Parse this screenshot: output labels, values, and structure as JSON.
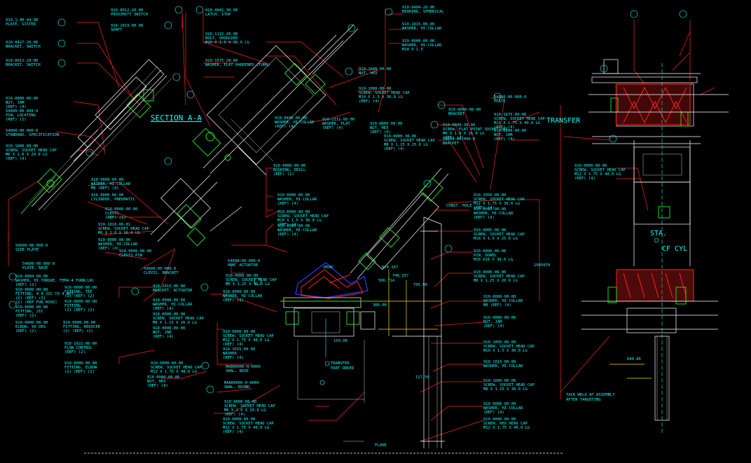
{
  "drawing": {
    "section_title": "SECTION A-A",
    "transfer_label": "TRANSFER",
    "sta_label": "STA.",
    "cyl_label": "CF CYL",
    "transfer_part_label": "TRANSFER\nPART ORDER",
    "floor_label": "FLOOR",
    "tack_weld_note": "TACK WELD AT ASSEMBLY\nAFTER TARGETING",
    "const_hole_label": "CONST. HOLE",
    "rear_label": "REAR",
    "dims": {
      "d1": "1905070",
      "d2": "644.80",
      "d3": "117.50",
      "d4": "300.00",
      "d5": "159.08",
      "d6": "874.157",
      "d7": "748.157",
      "d8": "795.00",
      "d9": "506.714"
    },
    "callouts": [
      {
        "text": "910-1-40-44-00\nPLATE, SISTER"
      },
      {
        "text": "910-0427-20-00\nBRACKET, SWITCH"
      },
      {
        "text": "910-0012-28-00\nBRACKET, SWITCH"
      },
      {
        "text": "910-0012-20-00\nPROXIMITY SWITCH"
      },
      {
        "text": "910-1019-00-00\nSHAFT"
      },
      {
        "text": "910-4041-30-00\nLATCH, STOP"
      },
      {
        "text": "910-1115-20-00\nBOLT, SHOULDER\nM16 X 1.5 X 30.0 LG"
      },
      {
        "text": "910-1575-20-00\nWASHER, FLAT HARDENED (FURN)"
      },
      {
        "text": "910-0404-20-00\nBEARING, SPHERICAL"
      },
      {
        "text": "910-1015-00-00\nWASHER, HI-COLLAR"
      },
      {
        "text": "910-0000-00-00\nWASHER, HI-COLLAR\nM10 X 1.5"
      },
      {
        "text": "910-1040-00-00\nNUT, HEX"
      },
      {
        "text": "910-1000-00-00\nSCREW, SOCKET HEAD CAP\nM10 X 1.5 X 30.0 LG\n(REF) (4)"
      },
      {
        "text": "910-1111-00-00\nWASHER, FLAT\n(REF) (4)"
      },
      {
        "text": "910-0000-00-00\nNUT, HEX\n(REF) (4)"
      },
      {
        "text": "910-0000-30-00\nSCREW, SOCKET HEAD CAP\nM8 X 1.25 X 25.0 LG\n(REF) (4)"
      },
      {
        "text": "910-0400-00-00\nWASHER, HI-COLLAR\n(REF) (4)"
      },
      {
        "text": "910-0000-00-00\nBUSHING, DRILL\n(REF) (1)"
      },
      {
        "text": "910-0000-00-00\nBRACKET"
      },
      {
        "text": "910-0000-30-00\nSCREW, FLAT POINT SOCKET SET\nM6 X 1.0 X 16.0 LG\n(REF) (2)"
      },
      {
        "text": "54600-00-000-0\nBRACKET"
      },
      {
        "text": "54600-00-000-0\nPLATE"
      },
      {
        "text": "910-1675-00-00\nSCREW, SOCKET HEAD CAP\nM12 X 1.75 X 40.0 LG\n(REF) (4)"
      },
      {
        "text": "910-0000-00-00\nNUT, JAM\n(REF) (4)"
      },
      {
        "text": "910-1050-00-00\nSCREW, SOCKET HEAD CAP\nM12 X 1.75 X 30.0 LG\n(REF) (4)"
      },
      {
        "text": "910-0000-00-00\nWASHER, HI-COLLAR\n(REF) (4)"
      },
      {
        "text": "910-0005-00-00\nSCREW, SOCKET HEAD CAP\nM10 X 1.5 X 25.0 LG"
      },
      {
        "text": "910-0000-00-00\nPIN, DOWEL\nM10 DIA X 30.0 LG"
      },
      {
        "text": "910-0000-00-00\nSCREW, SOCKET HEAD CAP\nM8 X 1.25 X 20.0 LG"
      },
      {
        "text": "910-0000-00-00\nWASHER, HI-COLLAR\nM8 (REF) (4)"
      },
      {
        "text": "910-0000-00-00\nNUT, JAM\n(REF) (4)"
      },
      {
        "text": "910-1050-00-00\nSCREW, SOCKET HEAD CAP\nM10 X 1.5 X 30.0 LG"
      },
      {
        "text": "910-1015-00-00\nWASHER, HI-COLLAR"
      },
      {
        "text": "910-1000-00-00\nSCREW, SOCKET HEAD CAP\nM8 X 1.25 X 30.0 LG"
      },
      {
        "text": "910-0000-00-00\nWASHER, HI-COLLAR\n(REF) (4)"
      },
      {
        "text": "910-0000-00-00\nSCREW, HEX HEAD CAP\nM12 X 1.75 X 40.0 LG"
      },
      {
        "text": "910-0000-00-00\nNUT, JAM\n(REF) (4)"
      },
      {
        "text": "54600-00-000-0\nPIN, LOCATING\n(REF) (1)"
      },
      {
        "text": "54600-00-000-0\nSTANDARD, SPECIFICATION"
      },
      {
        "text": "910-1000-00-00\nSCREW, SOCKET HEAD CAP\nM6 X 1.0 X 20.0 LG\n(REF) (4)"
      },
      {
        "text": "910-0000-00-00\nWASHER, HI-COLLAR\nM6 (REF) (4)"
      },
      {
        "text": "910-0000-00-00\nCYLINDER, PNEUMATIC"
      },
      {
        "text": "910-0000-00-00\nCLEVIS\n(REF) (1)"
      },
      {
        "text": "910-1010-00-01\nSCREW, SOCKET HEAD CAP\nM6 X 1.0 X 16.0 LG"
      },
      {
        "text": "910-0000-00-00\nWASHER, HI-COLLAR\n(REF) (4)"
      },
      {
        "text": "910-0000-00-00\nCLEVIS PIN"
      },
      {
        "text": "54600-00-000-0\nCLEVIS, BRACKET"
      },
      {
        "text": "54600-00-000-0\nSIDE PLATE"
      },
      {
        "text": "54600-00-000-0\nPLATE, BASE"
      },
      {
        "text": "910-0004-00-00\nWASHER, HI-TORQUE, FEM4-4 FURN(LN)\n(REF) (2)"
      },
      {
        "text": "910-0000-00-00\nFITTING, 4-4 JIC TO 4 NPT\n(2) (REF) (2)\n(2) (REF FOR HOSE)"
      },
      {
        "text": "910-0000-00-00\nFITTING, JIC\n(REF) (2)"
      },
      {
        "text": "910-0000-00-00\nELBOW, 90 DEG\n(REF) (2)"
      },
      {
        "text": "910-0000-00-00\nFITTING, TEE\n(2) (REF) (2)"
      },
      {
        "text": "910-0000-00-00\nFITTING\n(2) (REF) (2)"
      },
      {
        "text": "910-0000-00-00\nFITTING, REDUCER\n(2) (REF) (2)"
      },
      {
        "text": "910-1021-00-00\nFLOW CONTROL\n(REF) (2)"
      },
      {
        "text": "910-0000-00-00\nFITTING, ELBOW\n(2) (REF) (2)"
      },
      {
        "text": "910-1015-00-00\nBRACKET, ACTUATOR"
      },
      {
        "text": "910-0000-00-00\nWASHER, HI-COLLAR\n(REF) (4)"
      },
      {
        "text": "910-0000-00-00\nSCREW, SOCKET HEAD CAP\nM8 X 1.25 X 20.0 LG"
      },
      {
        "text": "910-0000-00-00\nNUT, JAM\n(REF) (4)"
      },
      {
        "text": "910-0000-00-00\nSCREW, SOCKET HEAD CAP\nM12 X 1.75 X 40.0 LG"
      },
      {
        "text": "910-0000-00-00\nNUT, HEX\n(REF) (4)"
      },
      {
        "text": "54600-00-000-0\nARM, ACTUATOR"
      },
      {
        "text": "910-0000-00-00\nSCREW, SOCKET HEAD CAP\nM8 X 1.25 X 30.0 LG"
      },
      {
        "text": "910-0000-00-00\nWASHER, HI-COLLAR\n(REF) (4)"
      },
      {
        "text": "910-0000-00-00\nSCREW, SOCKET HEAD CAP\nM12 X 1.75 X 40.0 LG\n(REF) (4)"
      },
      {
        "text": "910-1015-00-00\nWASHER\n(REF) (4)"
      },
      {
        "text": "MAB00000-H-0000\nSWAL, BASE"
      },
      {
        "text": "MAB00000-H-0000\nSWAL, ROUND"
      },
      {
        "text": "910-0000-00-00\nSCREW, SOCKET HEAD CAP\nM6 X 1.0 X 20.0 LG\n(REF) (4)"
      },
      {
        "text": "910-0000-00-00\nSCREW, SOCKET HEAD CAP\nM12 X 1.75 X 40.0 LG\n(REF) (4)"
      },
      {
        "text": "910-0000-00-00\nWASHER, HI-COLLAR\n(REF) (4)"
      },
      {
        "text": "910-0000-00-00\nSCREW, SOCKET HEAD CAP\nM10 X 1.5 X 30.0 LG\n(REF) (4)"
      },
      {
        "text": "910-0000-00-00\nWASHER, HI-COLLAR\n(REF) (4)"
      },
      {
        "text": "910-0000-00-00\nSCREW, SOCKET HEAD CAP\nM12 X 1.75 X 40.0 LG\n(REF) (4)"
      }
    ]
  }
}
